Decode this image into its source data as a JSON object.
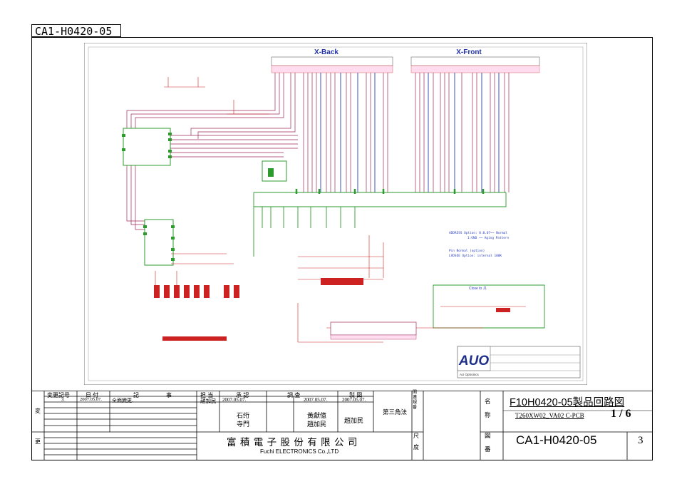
{
  "doc_code_top": "CA1-H0420-05",
  "schematic": {
    "connector_left_label": "X-Back",
    "connector_right_label": "X-Front",
    "logo_text": "AUO",
    "logo_company": "AU Optronics",
    "note_area_label": "Close to J1",
    "note_lines": [
      "ADDRESS Option: 0:0.07~~ Normal",
      "1:GND ~~ Aging Pattern",
      "Pin Normal (option)",
      "LVDSOE Option: internal 100K"
    ]
  },
  "revision_table": {
    "header": {
      "change_no": "変更記号",
      "date": "日 付",
      "note_a": "記",
      "note_b": "事",
      "person": "担 当",
      "approve": "承 認",
      "check": "調 査",
      "draw": "製 図"
    },
    "row1": {
      "change_no": "3",
      "date": "2007.05.07.",
      "note": "全面變更.",
      "person": "趙加民",
      "approve_date": "2007.05.07.",
      "check_date": "2007.05.07.",
      "draw_date": "2007.05.07."
    },
    "approve_names": [
      "石绗",
      "寺門"
    ],
    "check_names": [
      "黃獻億",
      "趙加民"
    ],
    "draw_name": "趙加民",
    "projection": "第三角法",
    "side_change_top": "変",
    "side_change_bottom": "更",
    "related_label": "関連規番",
    "scale_label_a": "尺",
    "scale_label_b": "度"
  },
  "company": {
    "name_cn": "富 積 電 子 股 份 有 限 公 司",
    "name_en": "Fuchi ELECTRONICS Co.,LTD"
  },
  "title_block": {
    "name_label_a": "名",
    "name_label_b": "称",
    "title": "F10H0420-05製品回路図",
    "subtitle": "T260XW02_VA02 C-PCB",
    "sheet": "1 / 6",
    "drawing_no_label_a": "図",
    "drawing_no_label_b": "番",
    "drawing_no": "CA1-H0420-05",
    "revision": "3"
  }
}
